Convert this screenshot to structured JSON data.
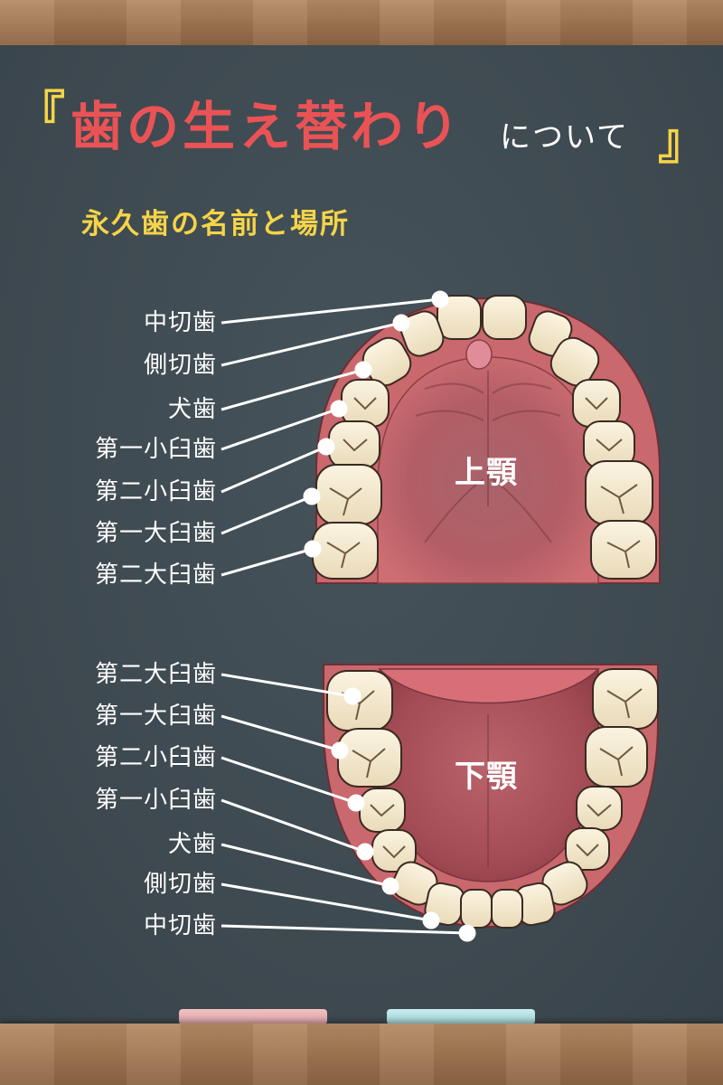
{
  "title": {
    "open_bracket": "『",
    "main": "歯の生え替わり",
    "sub": "について",
    "close_bracket": "』"
  },
  "subtitle": "永久歯の名前と場所",
  "upper_jaw": {
    "label": "上顎",
    "teeth": [
      "中切歯",
      "側切歯",
      "犬歯",
      "第一小臼歯",
      "第二小臼歯",
      "第一大臼歯",
      "第二大臼歯"
    ]
  },
  "lower_jaw": {
    "label": "下顎",
    "teeth": [
      "第二大臼歯",
      "第一大臼歯",
      "第二小臼歯",
      "第一小臼歯",
      "犬歯",
      "側切歯",
      "中切歯"
    ]
  },
  "colors": {
    "board": "#3f4b52",
    "title_red": "#ea5355",
    "accent_yellow": "#f5d448",
    "gum": "#c25c61",
    "tooth": "#f4ead2"
  }
}
